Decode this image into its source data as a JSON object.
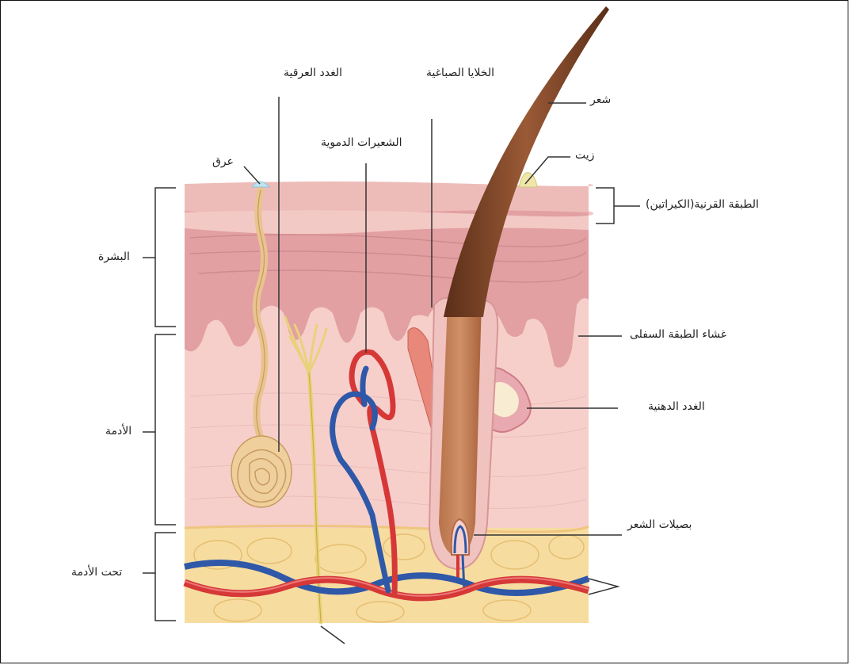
{
  "labels": {
    "sweat_glands": "الغدد العرقية",
    "melanocytes": "الخلايا الصباغية",
    "hair": "شعر",
    "capillaries": "الشعيرات الدموية",
    "sweat": "عرق",
    "oil": "زيت",
    "stratum_corneum": "الطبقة القرنية(الكيراتين)",
    "epidermis": "البشرة",
    "basement_membrane": "غشاء الطبقة السفلى",
    "dermis": "الأدمة",
    "sebaceous_glands": "الغدد الدهنية",
    "hair_follicle": "بصيلات الشعر",
    "hypodermis": "تحت الأدمة"
  },
  "colors": {
    "epidermis": "#e3a3a6",
    "corneum": "#efc0bd",
    "dermis": "#f5cdca",
    "fat": "#f7dc9f",
    "hair": "#8a4a2a",
    "artery": "#d63838",
    "vein": "#2f58a8",
    "nerve": "#e8d27a",
    "sweat_duct": "#e9c48f"
  }
}
